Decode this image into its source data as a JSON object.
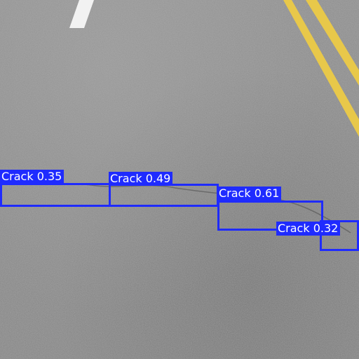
{
  "scene": {
    "description_tag": "asphalt-road-surface",
    "road_color": "#888888",
    "lane_marking_color": "#e8c84a",
    "dashed_marking_color": "#f2f2f2",
    "box_color": "#1f2bff",
    "label_text_color": "#ffffff"
  },
  "detections": [
    {
      "label": "Crack 0.35"
    },
    {
      "label": "Crack 0.49"
    },
    {
      "label": "Crack 0.61"
    },
    {
      "label": "Crack 0.32"
    }
  ]
}
